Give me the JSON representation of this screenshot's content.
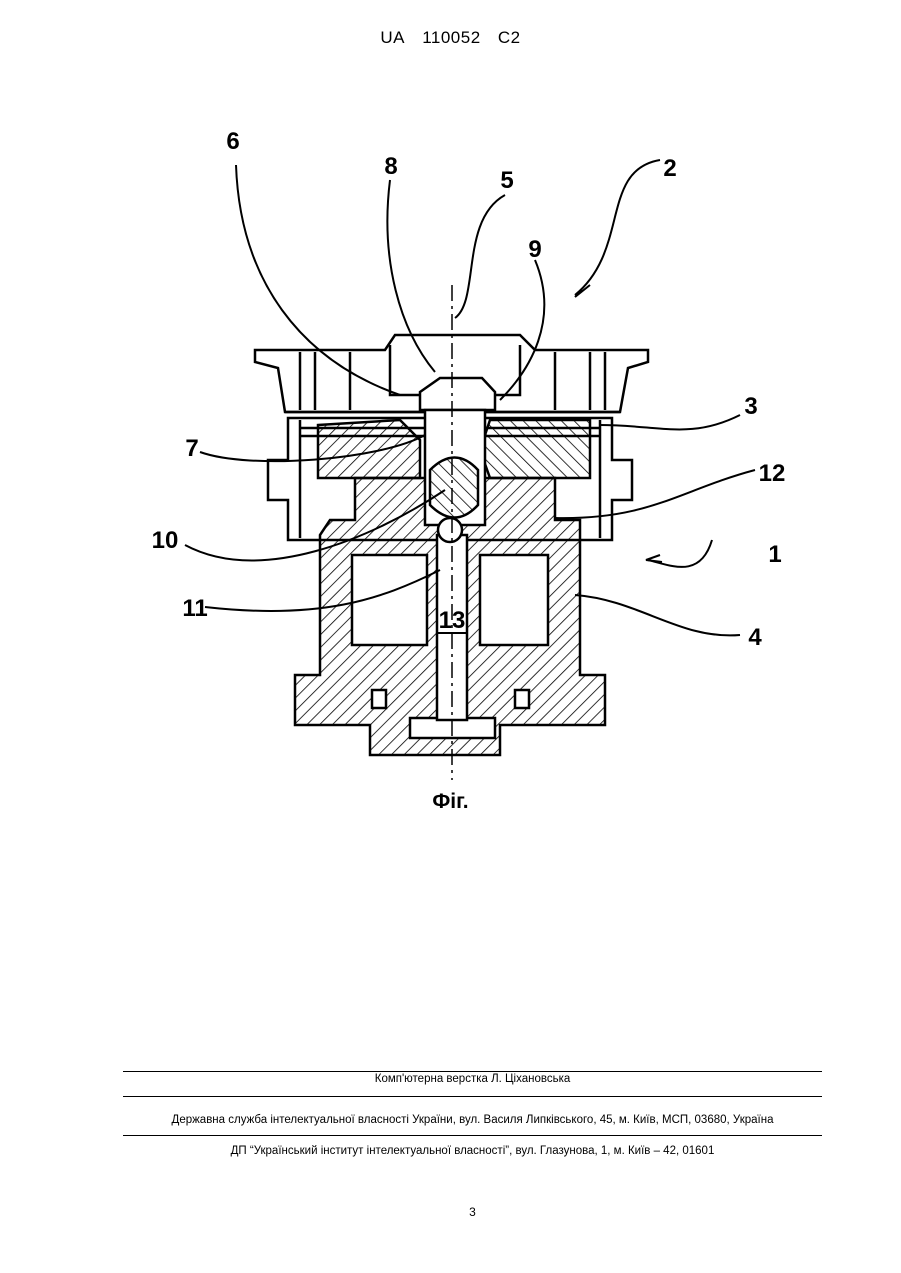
{
  "header": {
    "country": "UA",
    "number": "110052",
    "kind": "C2"
  },
  "figure": {
    "caption": "Фіг.",
    "labels": [
      "1",
      "2",
      "3",
      "4",
      "5",
      "6",
      "7",
      "8",
      "9",
      "10",
      "11",
      "12",
      "13"
    ]
  },
  "footer": {
    "layout_credit": "Комп'ютерна верстка Л. Ціхановська",
    "service": "Державна служба інтелектуальної власності України, вул. Василя Липківського, 45, м. Київ, МСП, 03680, Україна",
    "institute": "ДП “Український інститут інтелектуальної власності”, вул. Глазунова, 1, м. Київ – 42, 01601"
  },
  "page_number": "3"
}
